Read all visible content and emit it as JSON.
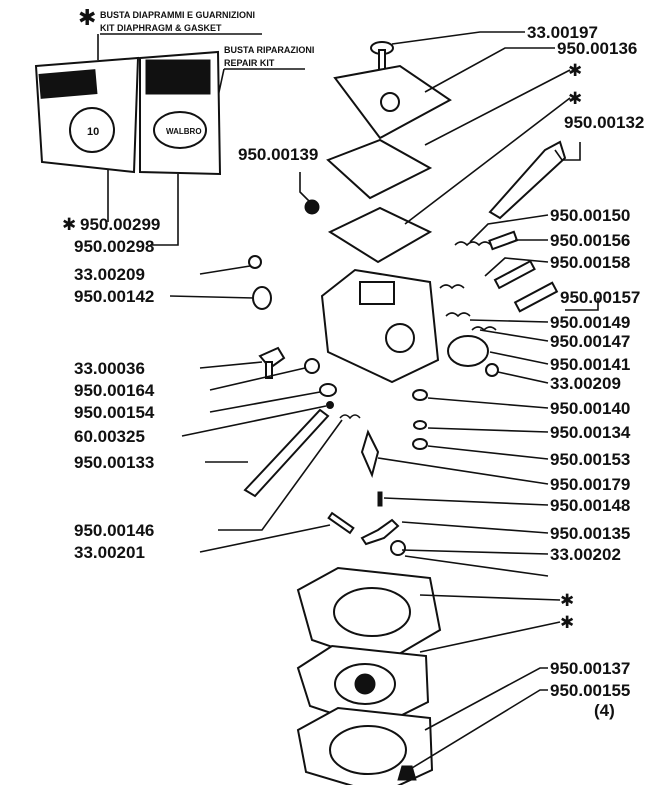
{
  "kits": {
    "star_kit_it": "BUSTA DIAPRAMMI E GUARNIZIONI",
    "star_kit_en": "KIT DIAPHRAGM & GASKET",
    "repair_kit_it": "BUSTA RIPARAZIONI",
    "repair_kit_en": "REPAIR KIT"
  },
  "star_symbol": "✱",
  "labels": {
    "p_33_00197": "33.00197",
    "p_950_00136": "950.00136",
    "p_950_00132": "950.00132",
    "p_950_00139": "950.00139",
    "p_950_00299": "950.00299",
    "p_950_00298": "950.00298",
    "p_33_00209_a": "33.00209",
    "p_950_00142": "950.00142",
    "p_950_00150": "950.00150",
    "p_950_00156": "950.00156",
    "p_950_00158": "950.00158",
    "p_950_00157": "950.00157",
    "p_950_00149": "950.00149",
    "p_950_00147": "950.00147",
    "p_950_00141": "950.00141",
    "p_33_00209_b": "33.00209",
    "p_33_00036": "33.00036",
    "p_950_00164": "950.00164",
    "p_950_00154": "950.00154",
    "p_60_00325": "60.00325",
    "p_950_00133": "950.00133",
    "p_950_00140": "950.00140",
    "p_950_00134": "950.00134",
    "p_950_00153": "950.00153",
    "p_950_00179": "950.00179",
    "p_950_00146": "950.00146",
    "p_950_00148": "950.00148",
    "p_33_00201": "33.00201",
    "p_950_00135": "950.00135",
    "p_33_00202": "33.00202",
    "p_950_00137": "950.00137",
    "p_950_00155": "950.00155",
    "qty_4": "(4)"
  }
}
